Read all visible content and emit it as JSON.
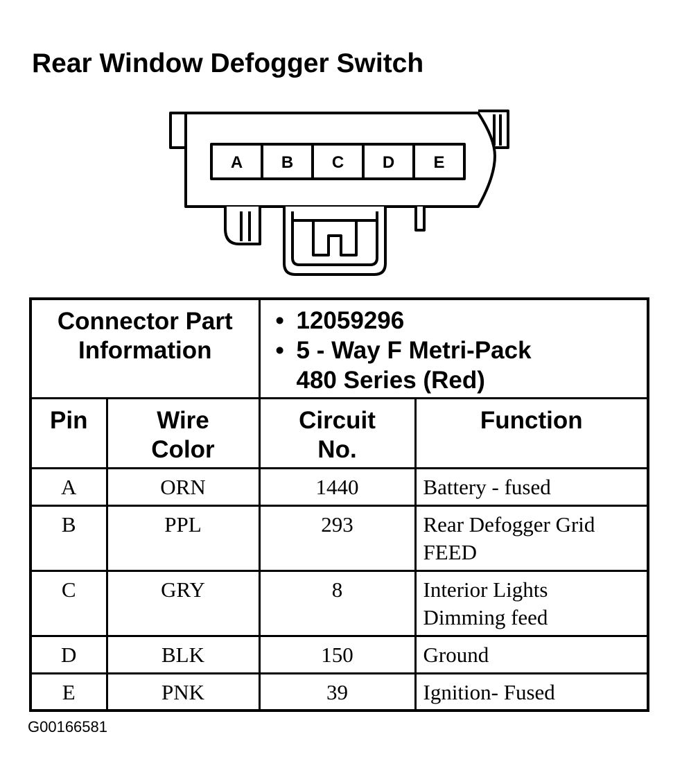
{
  "title": "Rear Window Defogger Switch",
  "connector": {
    "pins": [
      "A",
      "B",
      "C",
      "D",
      "E"
    ]
  },
  "part_info": {
    "label_lines": [
      "Connector Part",
      "Information"
    ],
    "bullet": "•",
    "part_number": "12059296",
    "description_lines": [
      "5 - Way F Metri-Pack",
      "480 Series (Red)"
    ]
  },
  "headers": {
    "pin": "Pin",
    "wire_color": [
      "Wire",
      "Color"
    ],
    "circuit": [
      "Circuit",
      "No."
    ],
    "function": "Function"
  },
  "rows": [
    {
      "pin": "A",
      "color": "ORN",
      "circuit": "1440",
      "function": [
        "Battery - fused"
      ]
    },
    {
      "pin": "B",
      "color": "PPL",
      "circuit": "293",
      "function": [
        "Rear Defogger Grid",
        "FEED"
      ]
    },
    {
      "pin": "C",
      "color": "GRY",
      "circuit": "8",
      "function": [
        "Interior Lights",
        "Dimming feed"
      ]
    },
    {
      "pin": "D",
      "color": "BLK",
      "circuit": "150",
      "function": [
        "Ground"
      ]
    },
    {
      "pin": "E",
      "color": "PNK",
      "circuit": "39",
      "function": [
        "Ignition- Fused"
      ]
    }
  ],
  "figure_id": "G00166581"
}
